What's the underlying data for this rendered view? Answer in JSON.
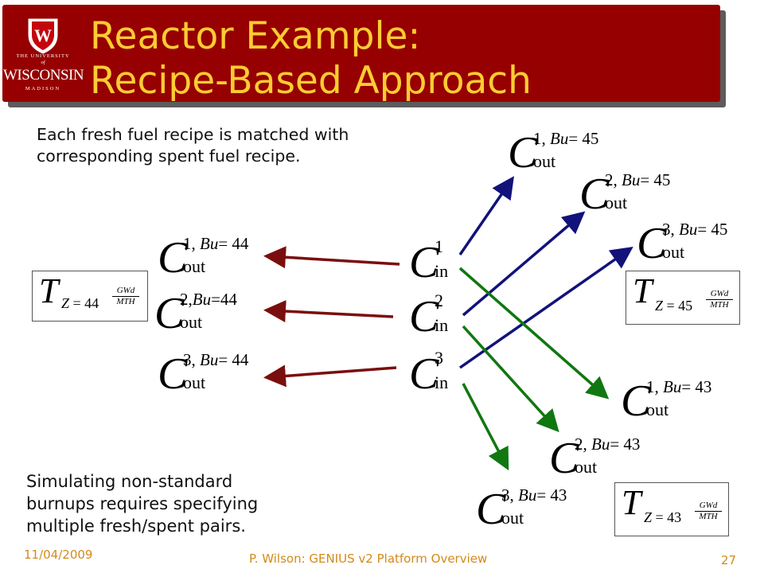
{
  "header": {
    "title_line1": "Reactor Example:",
    "title_line2": "Recipe-Based Approach",
    "logo": {
      "icon": "crest-w-icon",
      "crest_letter": "W",
      "line1": "THE UNIVERSITY",
      "line2": "of",
      "line3": "WISCONSIN",
      "line4": "MADISON"
    },
    "colors": {
      "bar": "#960000",
      "title": "#ffcc33"
    }
  },
  "notes": {
    "top_line1": "Each fresh fuel recipe is matched with",
    "top_line2": "corresponding spent fuel recipe.",
    "bottom_line1": "Simulating non-standard",
    "bottom_line2": "burnups requires specifying",
    "bottom_line3": "multiple fresh/spent pairs."
  },
  "diagram": {
    "inputs": [
      {
        "letter": "C",
        "sup": "1",
        "sub": "in"
      },
      {
        "letter": "C",
        "sup": "2",
        "sub": "in"
      },
      {
        "letter": "C",
        "sup": "3",
        "sub": "in"
      }
    ],
    "outputs_44": [
      {
        "letter": "C",
        "sup": "1, ",
        "bu": "Bu",
        "eq": "= 44",
        "sub": "out"
      },
      {
        "letter": "C",
        "sup": "2,",
        "bu": "Bu",
        "eq": "=44",
        "sub": "out"
      },
      {
        "letter": "C",
        "sup": "3, ",
        "bu": "Bu",
        "eq": "= 44",
        "sub": "out"
      }
    ],
    "outputs_45": [
      {
        "letter": "C",
        "sup": "1, ",
        "bu": "Bu",
        "eq": "= 45",
        "sub": "out"
      },
      {
        "letter": "C",
        "sup": "2, ",
        "bu": "Bu",
        "eq": "= 45",
        "sub": "out"
      },
      {
        "letter": "C",
        "sup": "3, ",
        "bu": "Bu",
        "eq": "= 45",
        "sub": "out"
      }
    ],
    "outputs_43": [
      {
        "letter": "C",
        "sup": "1, ",
        "bu": "Bu",
        "eq": "= 43",
        "sub": "out"
      },
      {
        "letter": "C",
        "sup": "2, ",
        "bu": "Bu",
        "eq": "= 43",
        "sub": "out"
      },
      {
        "letter": "C",
        "sup": "3, ",
        "bu": "Bu",
        "eq": "= 43",
        "sub": "out"
      }
    ],
    "t_boxes": [
      {
        "letter": "T",
        "sub": "Z",
        "eq": "= 44",
        "num": "GWd",
        "den": "MTH"
      },
      {
        "letter": "T",
        "sub": "Z",
        "eq": "= 45",
        "num": "GWd",
        "den": "MTH"
      },
      {
        "letter": "T",
        "sub": "Z",
        "eq": "= 43",
        "num": "GWd",
        "den": "MTH"
      }
    ],
    "arrow_colors": {
      "red": "#7a0e0e",
      "blue": "#12127a",
      "green": "#117711"
    }
  },
  "footer": {
    "date": "11/04/2009",
    "center": "P. Wilson: GENIUS v2 Platform Overview",
    "page": "27",
    "color": "#d38a1a"
  }
}
